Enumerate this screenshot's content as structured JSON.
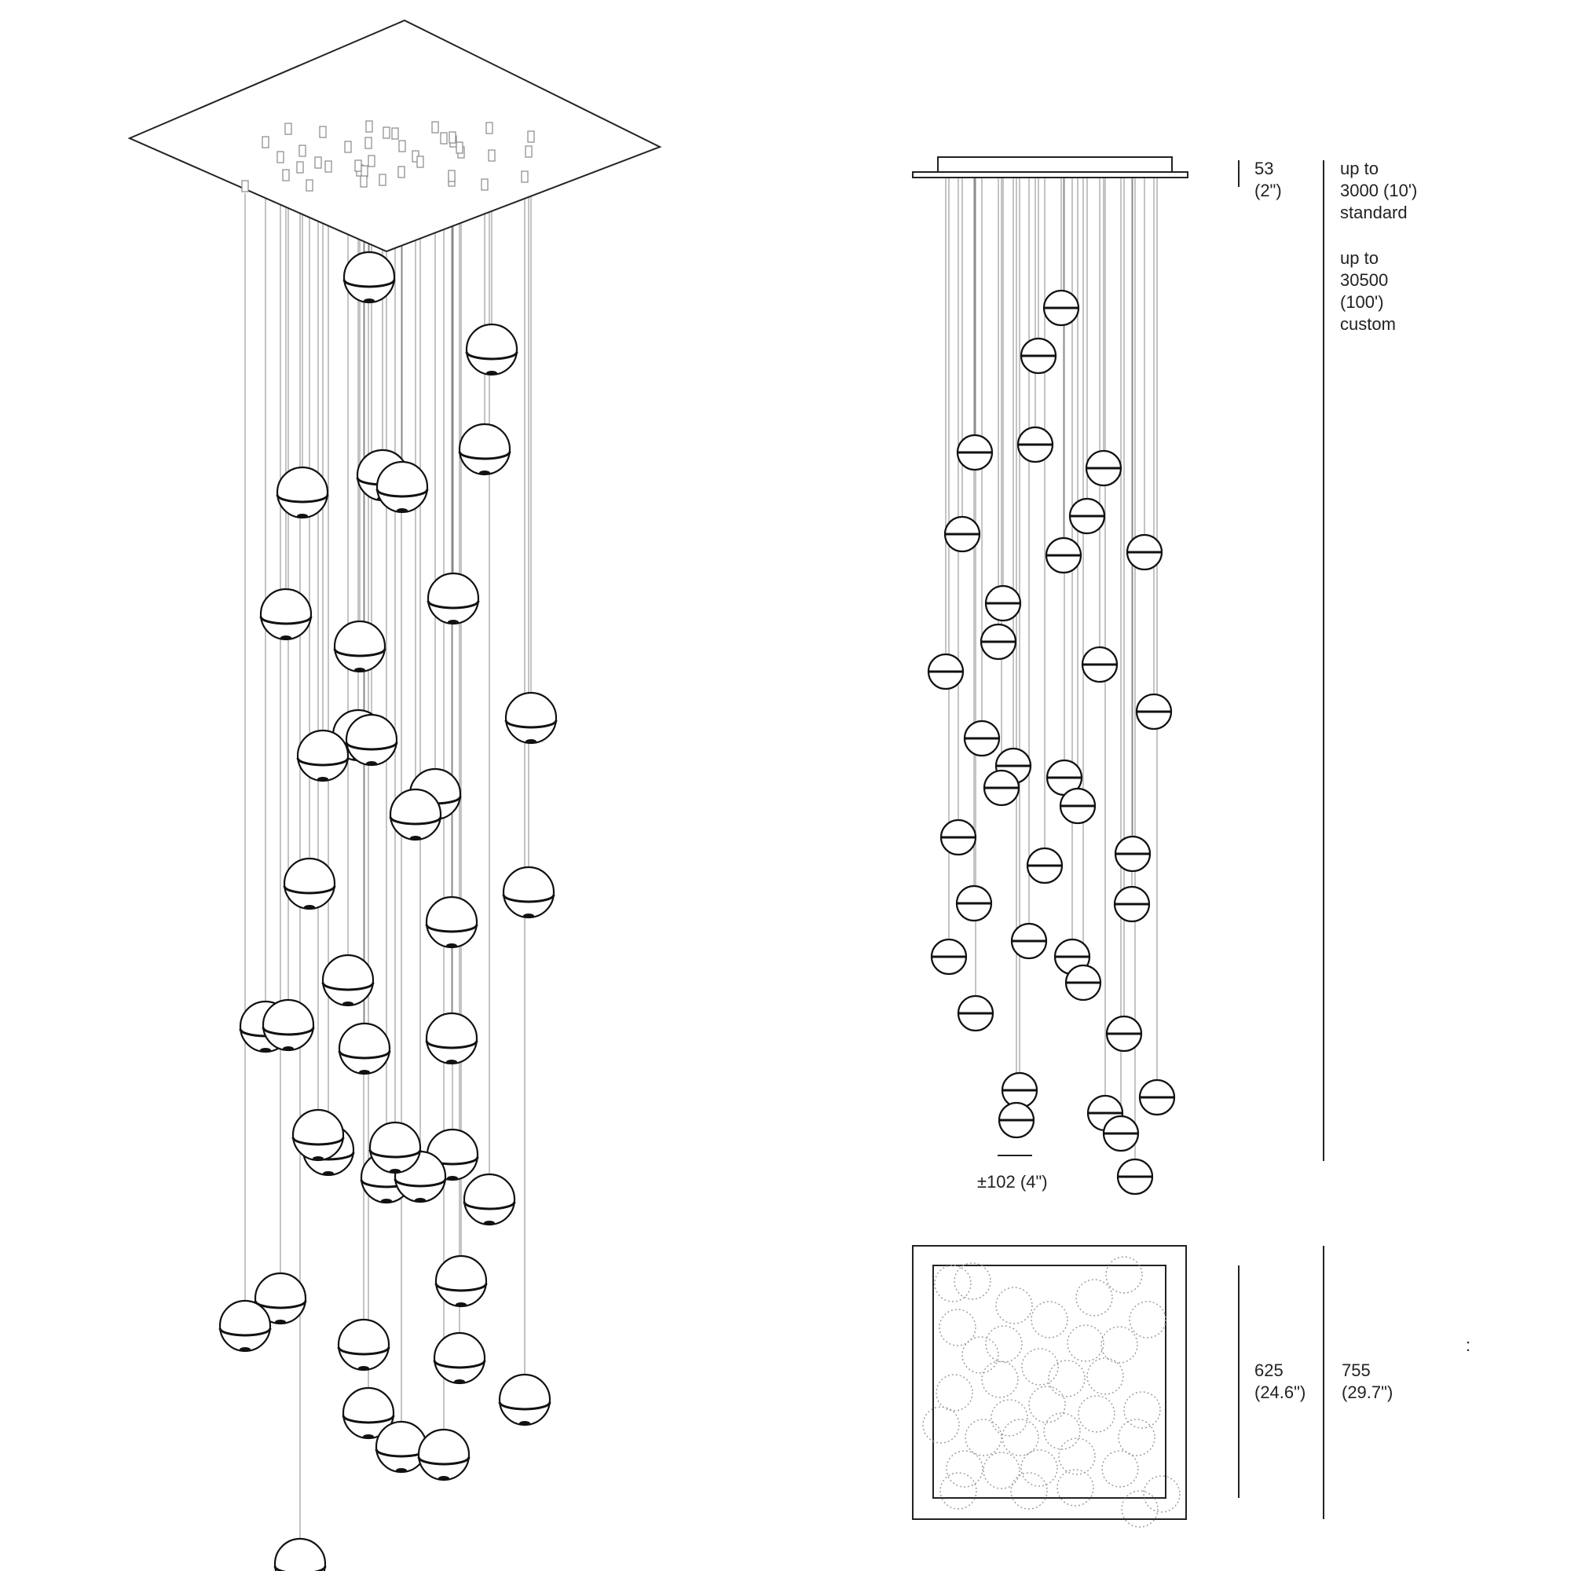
{
  "dimensions": {
    "canopy_height": {
      "mm": "53",
      "inch": "(2\")"
    },
    "cable_length": {
      "standard": [
        "up to",
        "3000 (10')",
        "standard"
      ],
      "custom": [
        "up to",
        "30500",
        "(100')",
        "custom"
      ]
    },
    "sphere_spacing": "±102 (4\")",
    "inner_plate": {
      "mm": "625",
      "inch": "(24.6\")"
    },
    "outer_plate": {
      "mm": "755",
      "inch": "(29.7\")"
    },
    "corner_mark": ":"
  },
  "colors": {
    "line": "#222222",
    "cable": "#8a8a8a",
    "ghost": "#999999"
  },
  "product": {
    "pendant_count": 46
  }
}
